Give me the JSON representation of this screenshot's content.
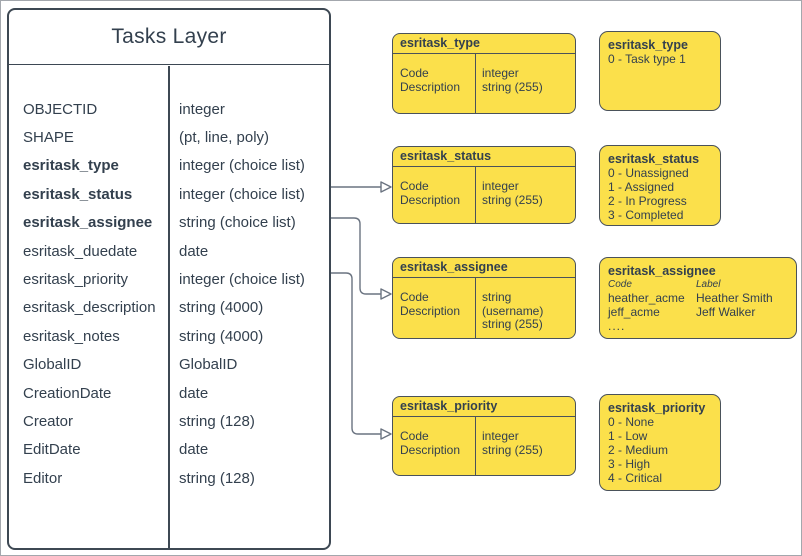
{
  "colors": {
    "yellow_fill": "#FBE04B",
    "shape_stroke": "#4A525A",
    "table_stroke": "#3D4853",
    "text": "#33404E",
    "connector": "#6A7380"
  },
  "tasks_layer": {
    "title": "Tasks Layer",
    "fields": [
      {
        "name": "OBJECTID",
        "type": "integer",
        "bold": false
      },
      {
        "name": "SHAPE",
        "type": "(pt, line, poly)",
        "bold": false
      },
      {
        "name": "esritask_type",
        "type": "integer (choice list)",
        "bold": true
      },
      {
        "name": "esritask_status",
        "type": "integer (choice list)",
        "bold": true
      },
      {
        "name": "esritask_assignee",
        "type": "string (choice list)",
        "bold": true
      },
      {
        "name": "esritask_duedate",
        "type": "date",
        "bold": false
      },
      {
        "name": "esritask_priority",
        "type": "integer (choice list)",
        "bold": false
      },
      {
        "name": "esritask_description",
        "type": "string (4000)",
        "bold": false
      },
      {
        "name": "esritask_notes",
        "type": "string (4000)",
        "bold": false
      },
      {
        "name": "GlobalID",
        "type": "GlobalID",
        "bold": false
      },
      {
        "name": "CreationDate",
        "type": "date",
        "bold": false
      },
      {
        "name": "Creator",
        "type": "string (128)",
        "bold": false
      },
      {
        "name": "EditDate",
        "type": "date",
        "bold": false
      },
      {
        "name": "Editor",
        "type": "string (128)",
        "bold": false
      }
    ]
  },
  "domain_tables": [
    {
      "title": "esritask_type",
      "rows": [
        {
          "name": "Code",
          "type": "integer"
        },
        {
          "name": "Description",
          "type": "string (255)"
        }
      ]
    },
    {
      "title": "esritask_status",
      "rows": [
        {
          "name": "Code",
          "type": "integer"
        },
        {
          "name": "Description",
          "type": "string (255)"
        }
      ]
    },
    {
      "title": "esritask_assignee",
      "rows": [
        {
          "name": "Code",
          "type": "string (username)"
        },
        {
          "name": "Description",
          "type": "string (255)"
        }
      ]
    },
    {
      "title": "esritask_priority",
      "rows": [
        {
          "name": "Code",
          "type": "integer"
        },
        {
          "name": "Description",
          "type": "string (255)"
        }
      ]
    }
  ],
  "value_lists": [
    {
      "title": "esritask_type",
      "values": [
        "0 - Task type 1"
      ]
    },
    {
      "title": "esritask_status",
      "values": [
        "0 - Unassigned",
        "1 - Assigned",
        "2 - In Progress",
        "3 - Completed"
      ]
    },
    {
      "title": "esritask_priority",
      "values": [
        "0 - None",
        "1 - Low",
        "2 - Medium",
        "3 - High",
        "4 - Critical"
      ]
    }
  ],
  "assignee_list": {
    "title": "esritask_assignee",
    "col_code": "Code",
    "col_label": "Label",
    "rows": [
      {
        "code": "heather_acme",
        "label": "Heather Smith"
      },
      {
        "code": "jeff_acme",
        "label": "Jeff Walker"
      }
    ],
    "more": "...."
  }
}
